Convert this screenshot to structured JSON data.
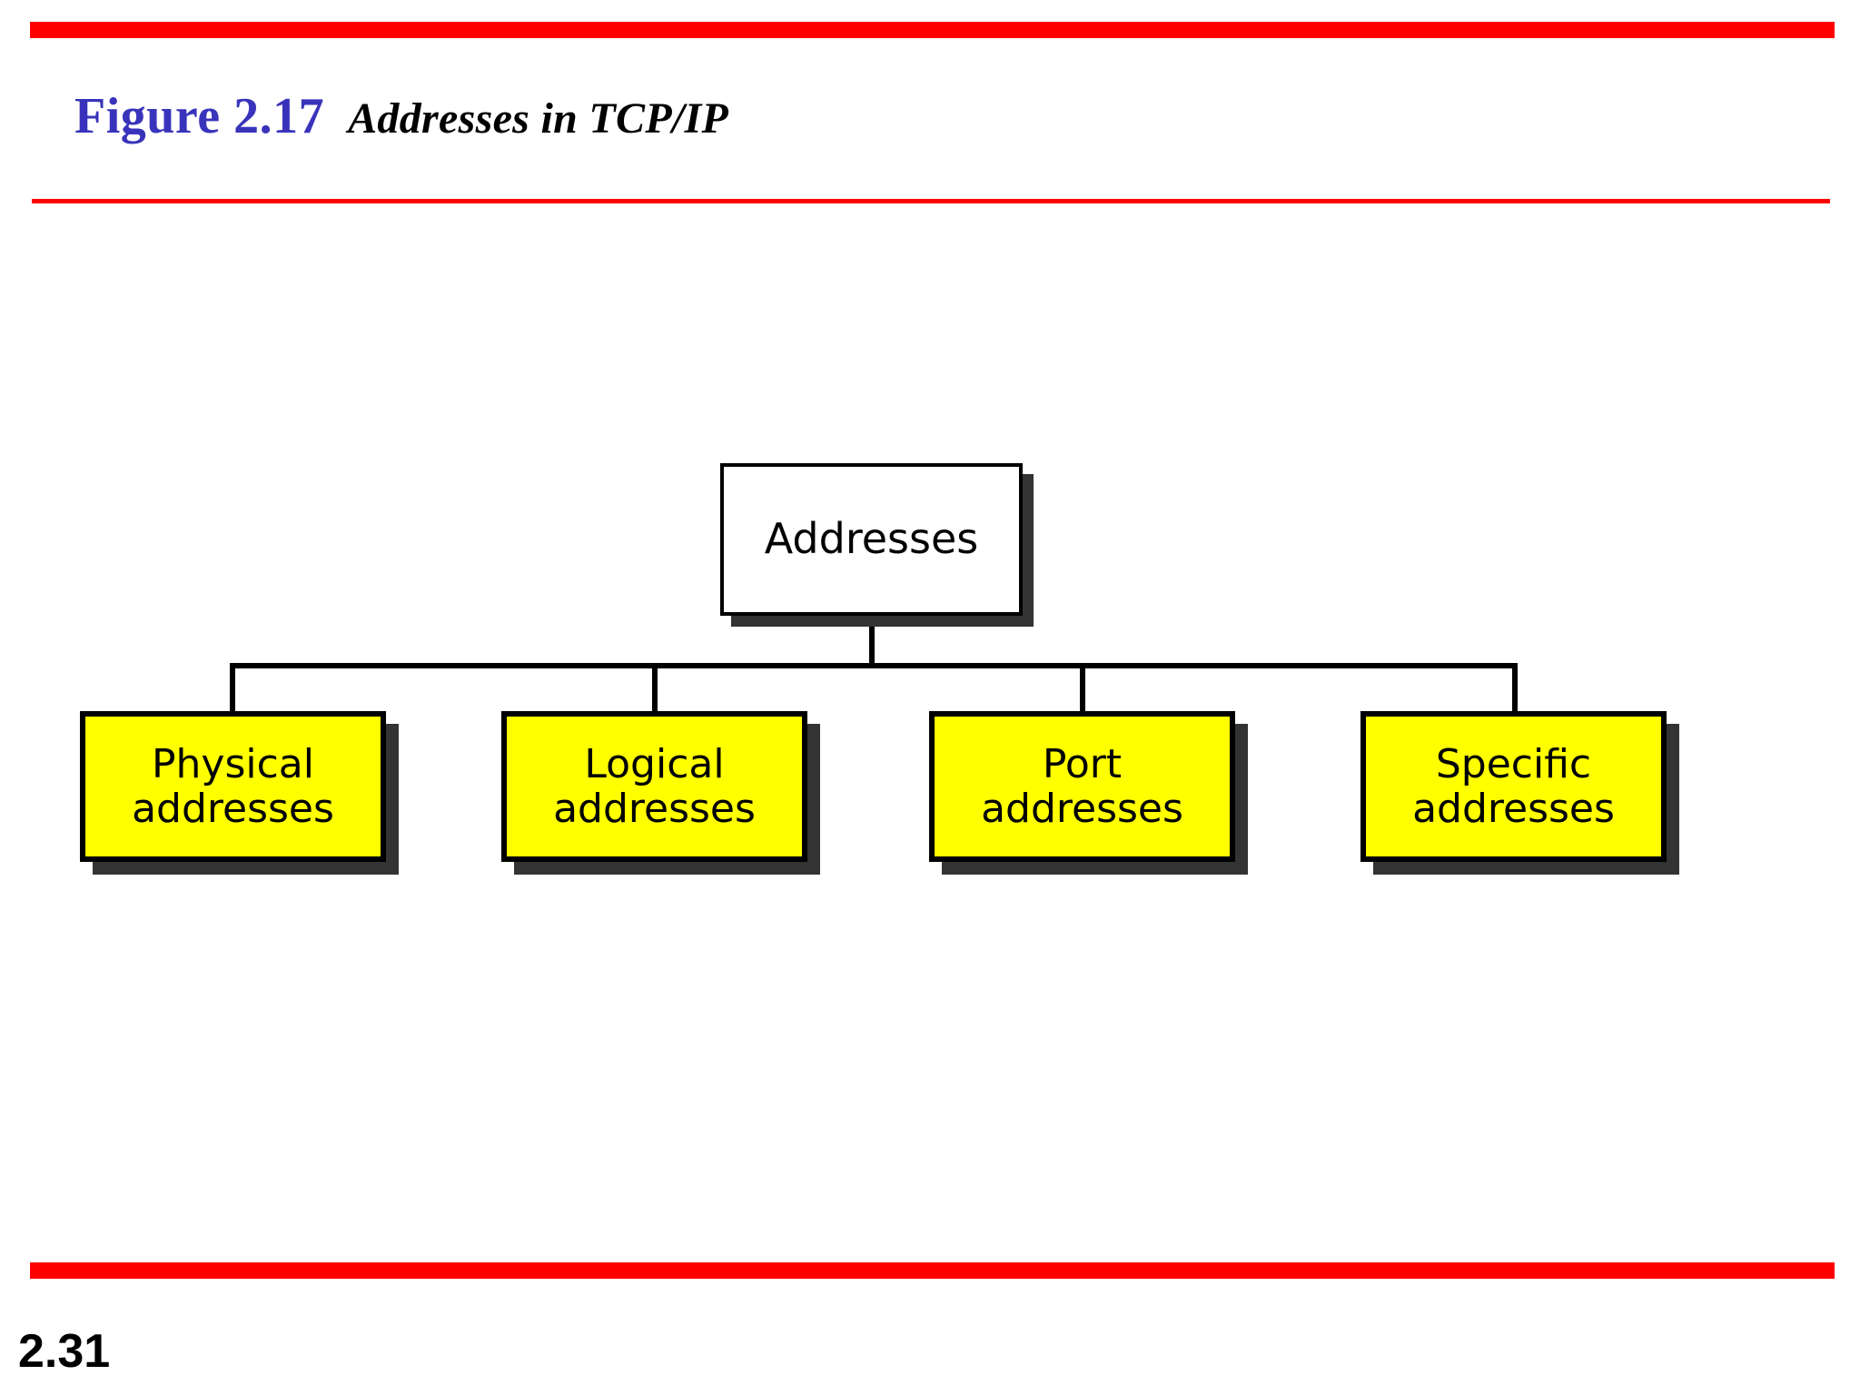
{
  "slide": {
    "page_number": "2.31",
    "accent_color": "#ff0000",
    "title_color": "#3933bb",
    "node_fill_color": "#ffff00",
    "root_fill_color": "#ffffff",
    "shadow_color": "#333333"
  },
  "header": {
    "figure_label": "Figure 2.17",
    "figure_caption": "Addresses in TCP/IP"
  },
  "diagram": {
    "type": "tree",
    "root": {
      "label": "Addresses"
    },
    "children": [
      {
        "label": "Physical\naddresses"
      },
      {
        "label": "Logical\naddresses"
      },
      {
        "label": "Port\naddresses"
      },
      {
        "label": "Specific\naddresses"
      }
    ]
  }
}
